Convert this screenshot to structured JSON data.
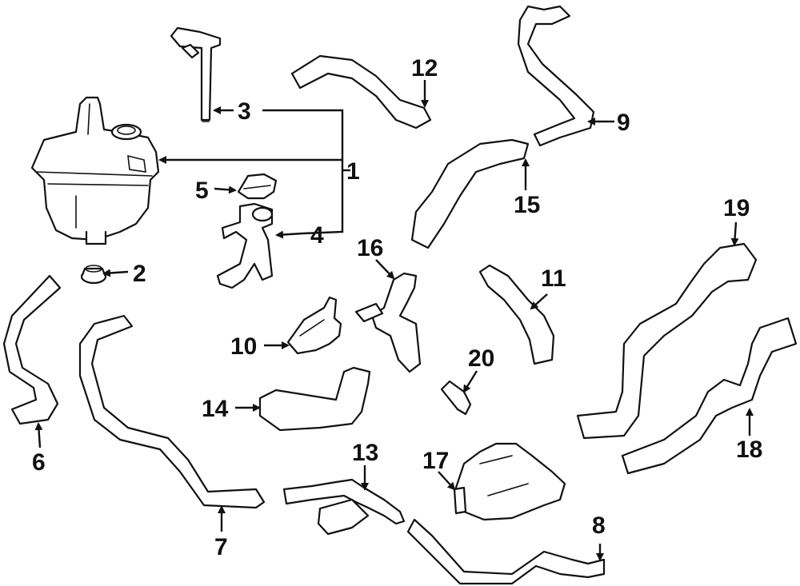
{
  "diagram": {
    "callouts": [
      {
        "id": "c1",
        "text": "1"
      },
      {
        "id": "c2",
        "text": "2"
      },
      {
        "id": "c3",
        "text": "3"
      },
      {
        "id": "c4",
        "text": "4"
      },
      {
        "id": "c5",
        "text": "5"
      },
      {
        "id": "c6",
        "text": "6"
      },
      {
        "id": "c7",
        "text": "7"
      },
      {
        "id": "c8",
        "text": "8"
      },
      {
        "id": "c9",
        "text": "9"
      },
      {
        "id": "c10",
        "text": "10"
      },
      {
        "id": "c11",
        "text": "11"
      },
      {
        "id": "c12",
        "text": "12"
      },
      {
        "id": "c13",
        "text": "13"
      },
      {
        "id": "c14",
        "text": "14"
      },
      {
        "id": "c15",
        "text": "15"
      },
      {
        "id": "c16",
        "text": "16"
      },
      {
        "id": "c17",
        "text": "17"
      },
      {
        "id": "c18",
        "text": "18"
      },
      {
        "id": "c19",
        "text": "19"
      },
      {
        "id": "c20",
        "text": "20"
      }
    ]
  }
}
